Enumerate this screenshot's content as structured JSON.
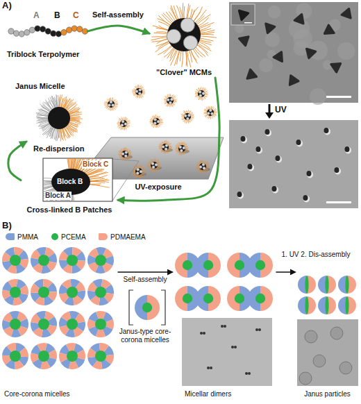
{
  "diagram": {
    "nodes": [
      {
        "text": [
          "A",
          "B",
          "C",
          "Triblock Terpolymer"
        ]
      },
      {
        "text": [
          "\"Clover\" MCMs"
        ]
      },
      {
        "text": [
          "Janus Micelle"
        ]
      },
      {
        "text": [
          "Block C",
          "Block B",
          "Block A",
          "Cross-linked B Patches"
        ]
      },
      {
        "text": [
          "Core-corona micelles"
        ]
      },
      {
        "text": [
          "Janus-type core-corona micelles"
        ]
      },
      {
        "text": [
          "Micellar dimers"
        ]
      },
      {
        "text": [
          "Janus particles"
        ]
      }
    ],
    "edges": [
      {
        "from": 0,
        "to": 1,
        "label": "Self-assembly",
        "arrow": "to"
      },
      {
        "from": 1,
        "to": 3,
        "label": "UV-exposure",
        "arrow": "to"
      },
      {
        "from": 3,
        "to": 2,
        "label": "Re-dispersion",
        "arrow": "to"
      },
      {
        "from": 4,
        "to": 6,
        "label": "Self-assembly",
        "arrow": "to"
      },
      {
        "from": 6,
        "to": 7,
        "label": "1. UV 2. Dis-assembly",
        "arrow": "to"
      }
    ],
    "labels": [
      "A)",
      "UV",
      "B)"
    ],
    "legend": [
      {
        "text": "PMMA",
        "color": "#7f9fd6"
      },
      {
        "text": "PCEMA",
        "color": "#2ab24b"
      },
      {
        "text": "PDMAEMA",
        "color": "#f4a38a"
      }
    ]
  }
}
